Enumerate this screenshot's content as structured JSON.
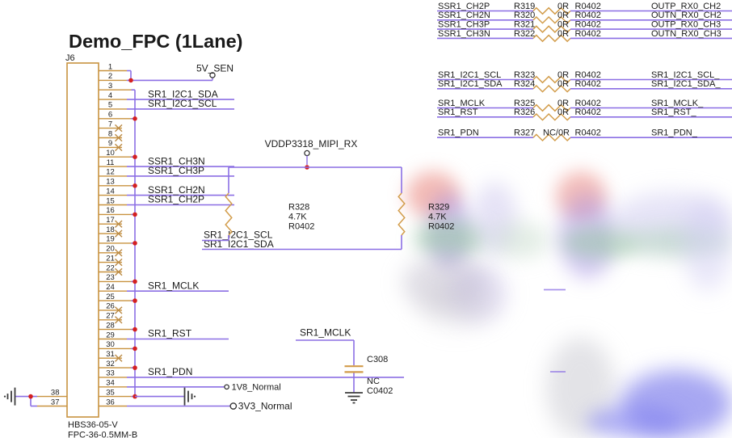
{
  "title": "Demo_FPC (1Lane)",
  "colors": {
    "wire": "#8b6fe4",
    "component": "#c8923f",
    "zigzag": "#d29c4a",
    "no_connect": "#ba8a45",
    "junction": "#d42020",
    "red_text": "#ee3b30",
    "green_text": "#00b04a",
    "title_blue": "#1414cc",
    "ground": "#3c3c3c",
    "black_text": "#1a1a1a"
  },
  "connector": {
    "designator": "J6",
    "part_number": "HBS36-05-V",
    "footprint": "FPC-36-0.5MM-B",
    "pins": [
      {
        "n": 1,
        "type": "join-down"
      },
      {
        "n": 2,
        "type": "power",
        "net": "5V_SEN"
      },
      {
        "n": 3,
        "type": "rail-start"
      },
      {
        "n": 4,
        "type": "net",
        "net": "SR1_I2C1_SDA"
      },
      {
        "n": 5,
        "type": "net",
        "net": "SR1_I2C1_SCL"
      },
      {
        "n": 6,
        "type": "gnd"
      },
      {
        "n": 7,
        "type": "nc"
      },
      {
        "n": 8,
        "type": "nc"
      },
      {
        "n": 9,
        "type": "nc"
      },
      {
        "n": 10,
        "type": "gnd"
      },
      {
        "n": 11,
        "type": "net",
        "net": "SSR1_CH3N"
      },
      {
        "n": 12,
        "type": "net",
        "net": "SSR1_CH3P"
      },
      {
        "n": 13,
        "type": "gnd"
      },
      {
        "n": 14,
        "type": "net",
        "net": "SSR1_CH2N"
      },
      {
        "n": 15,
        "type": "net",
        "net": "SSR1_CH2P"
      },
      {
        "n": 16,
        "type": "gnd"
      },
      {
        "n": 17,
        "type": "nc"
      },
      {
        "n": 18,
        "type": "nc"
      },
      {
        "n": 19,
        "type": "gnd"
      },
      {
        "n": 20,
        "type": "nc"
      },
      {
        "n": 21,
        "type": "nc"
      },
      {
        "n": 22,
        "type": "nc"
      },
      {
        "n": 23,
        "type": "gnd"
      },
      {
        "n": 24,
        "type": "net",
        "net": "SR1_MCLK"
      },
      {
        "n": 25,
        "type": "gnd"
      },
      {
        "n": 26,
        "type": "nc"
      },
      {
        "n": 27,
        "type": "nc"
      },
      {
        "n": 28,
        "type": "gnd"
      },
      {
        "n": 29,
        "type": "net",
        "net": "SR1_RST"
      },
      {
        "n": 30,
        "type": "gnd"
      },
      {
        "n": 31,
        "type": "nc"
      },
      {
        "n": 32,
        "type": "gnd"
      },
      {
        "n": 33,
        "type": "net",
        "net": "SR1_PDN"
      },
      {
        "n": 34,
        "type": "terminal",
        "net": "1V8_Normal"
      },
      {
        "n": 35,
        "type": "gnd-sym"
      },
      {
        "n": 36,
        "type": "terminal",
        "net": "3V3_Normal"
      }
    ],
    "side_pins": [
      {
        "n": 38
      },
      {
        "n": 37
      }
    ]
  },
  "pullups": {
    "net": "VDDP3318_MIPI_RX",
    "r1": {
      "ref": "R328",
      "value": "4.7K",
      "footprint": "R0402",
      "net": "SR1_I2C1_SCL"
    },
    "r2": {
      "ref": "R329",
      "value": "4.7K",
      "footprint": "R0402",
      "net": "SR1_I2C1_SDA"
    }
  },
  "cap": {
    "net": "SR1_MCLK",
    "ref": "C308",
    "value": "NC",
    "footprint": "C0402"
  },
  "series_resistors": {
    "groups": [
      [
        {
          "left": "SSR1_CH2P",
          "ref": "R319",
          "value": "0R",
          "footprint": "R0402",
          "right": "OUTP_RX0_CH2"
        },
        {
          "left": "SSR1_CH2N",
          "ref": "R320",
          "value": "0R",
          "footprint": "R0402",
          "right": "OUTN_RX0_CH2"
        },
        {
          "left": "SSR1_CH3P",
          "ref": "R321",
          "value": "0R",
          "footprint": "R0402",
          "right": "OUTP_RX0_CH3"
        },
        {
          "left": "SSR1_CH3N",
          "ref": "R322",
          "value": "0R",
          "footprint": "R0402",
          "right": "OUTN_RX0_CH3"
        }
      ],
      [
        {
          "left": "SR1_I2C1_SCL",
          "ref": "R323",
          "value": "0R",
          "footprint": "R0402",
          "right": "SR1_I2C1_SCL_"
        },
        {
          "left": "SR1_I2C1_SDA",
          "ref": "R324",
          "value": "0R",
          "footprint": "R0402",
          "right": "SR1_I2C1_SDA_"
        }
      ],
      [
        {
          "left": "SR1_MCLK",
          "ref": "R325",
          "value": "0R",
          "footprint": "R0402",
          "right": "SR1_MCLK_"
        },
        {
          "left": "SR1_RST",
          "ref": "R326",
          "value": "0R",
          "footprint": "R0402",
          "right": "SR1_RST_"
        }
      ],
      [
        {
          "left": "SR1_PDN",
          "ref": "R327",
          "value": "NC/0R",
          "footprint": "R0402",
          "right": "SR1_PDN_"
        }
      ]
    ]
  }
}
